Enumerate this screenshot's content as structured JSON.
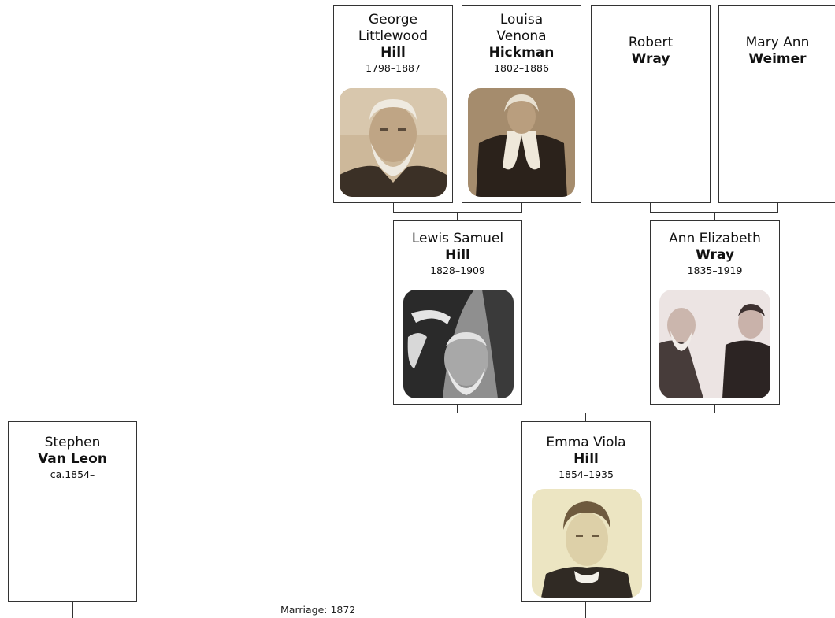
{
  "people": {
    "george": {
      "given": "George\nLittlewood",
      "surname": "Hill",
      "dates": "1798–1887"
    },
    "louisa": {
      "given": "Louisa\nVenona",
      "surname": "Hickman",
      "dates": "1802–1886"
    },
    "robert": {
      "given": "Robert",
      "surname": "Wray",
      "dates": ""
    },
    "maryann": {
      "given": "Mary Ann",
      "surname": "Weimer",
      "dates": ""
    },
    "lewis": {
      "given": "Lewis Samuel",
      "surname": "Hill",
      "dates": "1828–1909"
    },
    "annelizabeth": {
      "given": "Ann Elizabeth",
      "surname": "Wray",
      "dates": "1835–1919"
    },
    "stephen": {
      "given": "Stephen",
      "surname": "Van Leon",
      "dates": "ca.1854–"
    },
    "emma": {
      "given": "Emma Viola",
      "surname": "Hill",
      "dates": "1854–1935"
    }
  },
  "marriage": {
    "label": "Marriage: 1872"
  },
  "colors": {
    "border": "#333333",
    "photo_sepia": "#c4ad8c",
    "photo_bw": "#b5b5b5",
    "photo_yellow": "#e9e1b8"
  }
}
